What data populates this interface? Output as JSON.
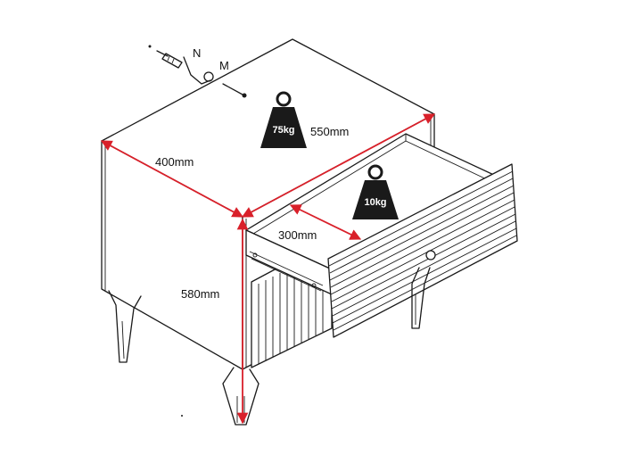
{
  "dimensions": {
    "width": "550mm",
    "depth": "400mm",
    "height": "580mm",
    "drawer_depth": "300mm"
  },
  "load_limits": {
    "top": "75kg",
    "drawer": "10kg"
  },
  "hardware": {
    "part_n": "N",
    "part_m": "M"
  },
  "colors": {
    "dimension_line": "#d9202a",
    "outline": "#1a1a1a",
    "weight_icon": "#1a1a1a"
  }
}
